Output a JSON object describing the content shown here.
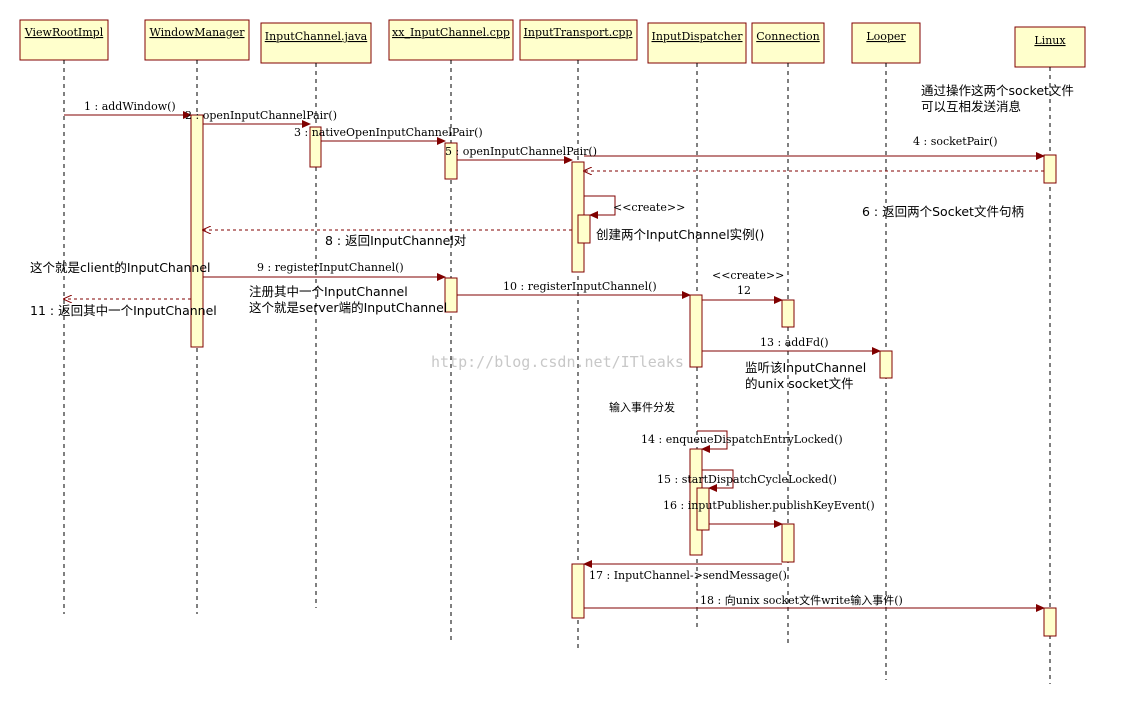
{
  "colors": {
    "box_fill": "#ffffcc",
    "box_stroke": "#800000",
    "message_line": "#800000",
    "lifeline": "#000000"
  },
  "participants": [
    {
      "id": "p1",
      "name": "ViewRootImpl"
    },
    {
      "id": "p2",
      "name": "WindowManager"
    },
    {
      "id": "p3",
      "name": "InputChannel.java"
    },
    {
      "id": "p4",
      "name": "xx_InputChannel.cpp"
    },
    {
      "id": "p5",
      "name": "InputTransport.cpp"
    },
    {
      "id": "p6",
      "name": "InputDispatcher"
    },
    {
      "id": "p7",
      "name": "Connection"
    },
    {
      "id": "p8",
      "name": "Looper"
    },
    {
      "id": "p9",
      "name": "Linux"
    }
  ],
  "messages": [
    {
      "id": "m1",
      "label": "1 : addWindow()"
    },
    {
      "id": "m2",
      "label": "2 : openInputChannelPair()"
    },
    {
      "id": "m3",
      "label": "3 : nativeOpenInputChannelPair()"
    },
    {
      "id": "m5",
      "label": "5 : openInputChannelPair()"
    },
    {
      "id": "m4",
      "label": "4 : socketPair()"
    },
    {
      "id": "m6",
      "label": "6 : 返回两个Socket文件句柄"
    },
    {
      "id": "m7",
      "label": "创建两个InputChannel实例()"
    },
    {
      "id": "m8",
      "label": "8 : 返回InputChannel对"
    },
    {
      "id": "m9",
      "label": "9 : registerInputChannel()"
    },
    {
      "id": "m10",
      "label": "10 : registerInputChannel()"
    },
    {
      "id": "m11",
      "label": "11 : 返回其中一个InputChannel"
    },
    {
      "id": "m12",
      "label": "12"
    },
    {
      "id": "m13",
      "label": "13 : addFd()"
    },
    {
      "id": "m14",
      "label": "14 : enqueueDispatchEntryLocked()"
    },
    {
      "id": "m15",
      "label": "15 : startDispatchCycleLocked()"
    },
    {
      "id": "m16",
      "label": "16 : inputPublisher.publishKeyEvent()"
    },
    {
      "id": "m17",
      "label": "17 : InputChannel->sendMessage()"
    },
    {
      "id": "m18",
      "label": "18 : 向unix socket文件write输入事件()"
    }
  ],
  "stereotypes": {
    "create_1": "<<create>>",
    "create_2": "<<create>>"
  },
  "notes": {
    "linux_1": "通过操作这两个socket文件",
    "linux_2": "可以互相发送消息",
    "client": "这个就是client的InputChannel",
    "server_1": "注册其中一个InputChannel",
    "server_2": "这个就是server端的InputChannel",
    "looper_1": "监听该InputChannel",
    "looper_2": "的unix socket文件",
    "dispatch": "输入事件分发"
  },
  "watermark": "http://blog.csdn.net/ITleaks"
}
